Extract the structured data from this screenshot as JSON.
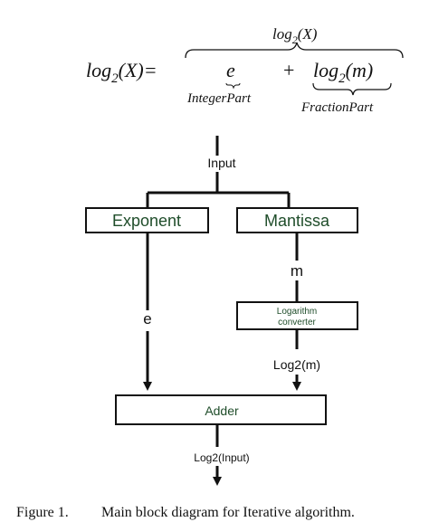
{
  "formula": {
    "lhs": "log",
    "lhs_sub": "2",
    "lhs_arg": "(X)=",
    "top_label": "log",
    "top_label_sub": "2",
    "top_label_arg": "(X)",
    "e_term": "e",
    "plus": "+",
    "m_term": "log",
    "m_term_sub": "2",
    "m_term_arg": "(m)",
    "integer_part_label": "IntegerPart",
    "fraction_part_label": "FractionPart"
  },
  "diagram": {
    "input_label": "Input",
    "exponent_block": "Exponent",
    "mantissa_block": "Mantissa",
    "m_label": "m",
    "e_label": "e",
    "log_converter_line1": "Logarithm",
    "log_converter_line2": "converter",
    "log2m_label": "Log2(m)",
    "adder_block": "Adder",
    "output_label": "Log2(Input)"
  },
  "caption": {
    "figure_number": "Figure 1.",
    "text": "Main block diagram for Iterative algorithm."
  },
  "colors": {
    "block_text": "#1f4d2a",
    "lines": "#111111"
  }
}
